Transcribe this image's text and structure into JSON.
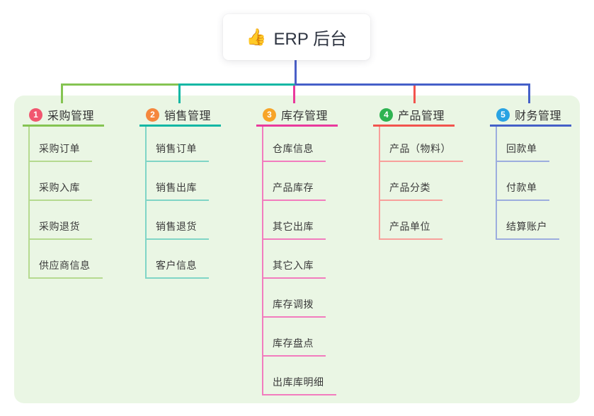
{
  "root": {
    "icon": "👍",
    "label": "ERP 后台"
  },
  "colors": {
    "panel_bg": "#eaf6e4",
    "root_line": "#4a5fc8",
    "title_text": "#333333",
    "child_text": "#3a3a3a"
  },
  "branches": [
    {
      "num": "1",
      "title": "采购管理",
      "color": "#85c452",
      "light_color": "#b5da90",
      "badge_color": "#f1566f",
      "children": [
        "采购订单",
        "采购入库",
        "采购退货",
        "供应商信息"
      ]
    },
    {
      "num": "2",
      "title": "销售管理",
      "color": "#11b7a4",
      "light_color": "#80d5c6",
      "badge_color": "#f5873d",
      "children": [
        "销售订单",
        "销售出库",
        "销售退货",
        "客户信息"
      ]
    },
    {
      "num": "3",
      "title": "库存管理",
      "color": "#e93a9d",
      "light_color": "#f27cbe",
      "badge_color": "#f7a428",
      "children": [
        "仓库信息",
        "产品库存",
        "其它出库",
        "其它入库",
        "库存调拨",
        "库存盘点",
        "出库库明细"
      ]
    },
    {
      "num": "4",
      "title": "产品管理",
      "color": "#f2544e",
      "light_color": "#f8a09b",
      "badge_color": "#2eb351",
      "children": [
        "产品（物料）",
        "产品分类",
        "产品单位"
      ]
    },
    {
      "num": "5",
      "title": "财务管理",
      "color": "#4560c8",
      "light_color": "#9cadde",
      "badge_color": "#29a3e3",
      "children": [
        "回款单",
        "付款单",
        "结算账户"
      ]
    }
  ]
}
